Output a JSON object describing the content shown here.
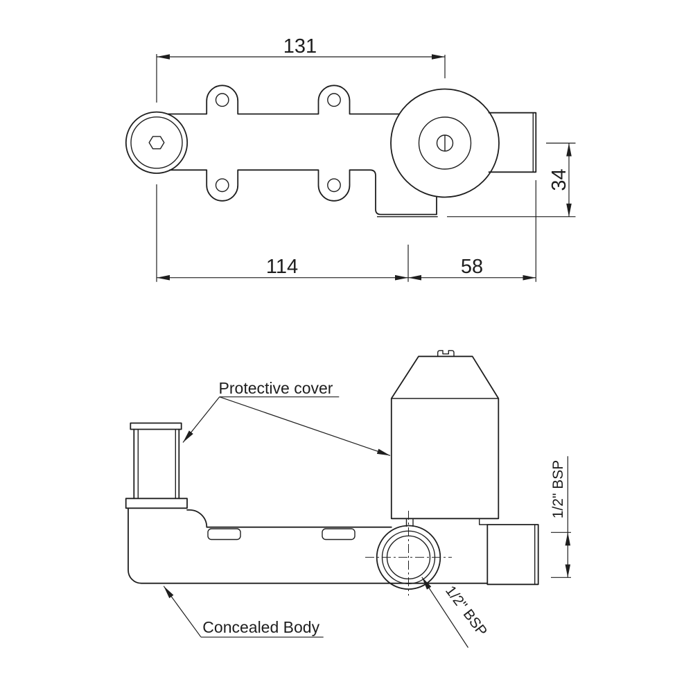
{
  "top_view": {
    "dim_total_width": "131",
    "dim_left_width": "114",
    "dim_right_width": "58",
    "dim_outlet_height": "34"
  },
  "side_view": {
    "protective_cover_label": "Protective cover",
    "concealed_body_label": "Concealed Body",
    "right_outlet_thread_label": "1/2\" BSP",
    "bottom_outlet_thread_label": "1/2\" BSP"
  },
  "colors": {
    "line": "#1e1e1e",
    "background": "#ffffff"
  }
}
